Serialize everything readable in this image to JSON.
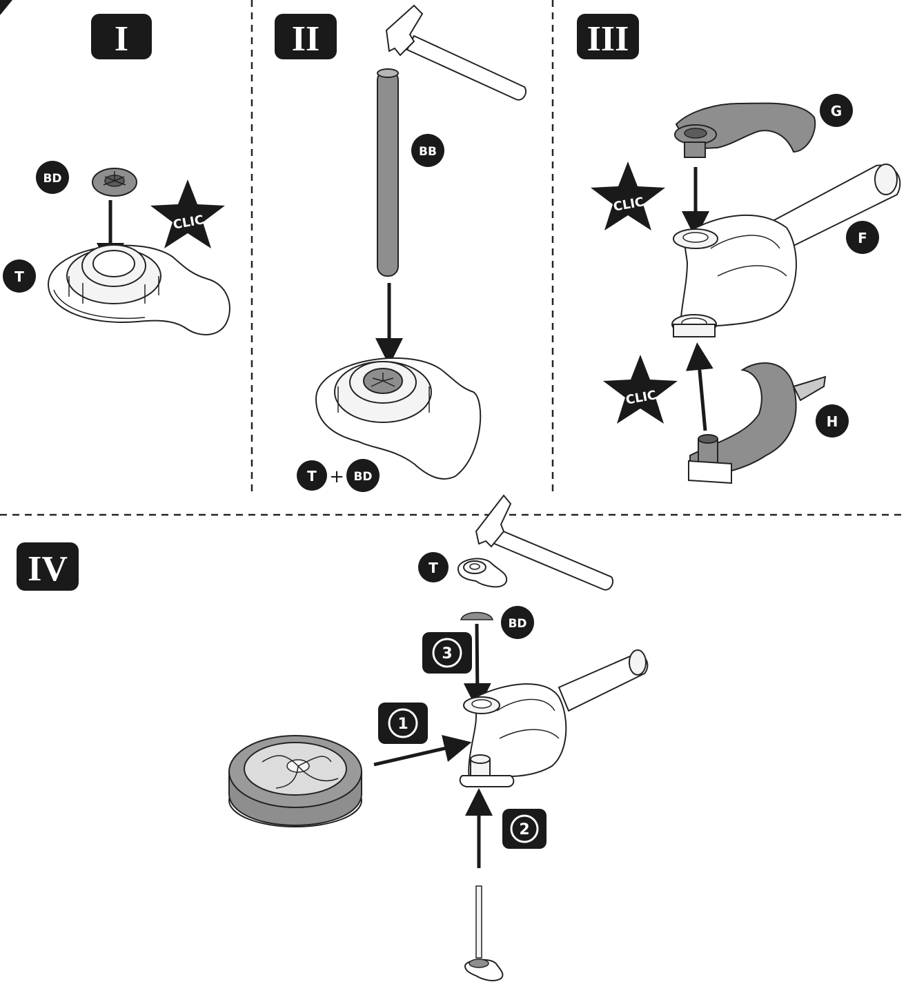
{
  "steps": {
    "step1": "I",
    "step2": "II",
    "step3": "III",
    "step4": "IV"
  },
  "parts": {
    "bd": "BD",
    "t": "T",
    "bb": "BB",
    "g": "G",
    "f": "F",
    "h": "H",
    "plus": "+"
  },
  "clic": "CLIC",
  "substeps": [
    "1",
    "2",
    "3"
  ],
  "colors": {
    "ink": "#1a1a1a",
    "part_fill": "#f4f4f4",
    "part_grey": "#8e8e8e"
  }
}
